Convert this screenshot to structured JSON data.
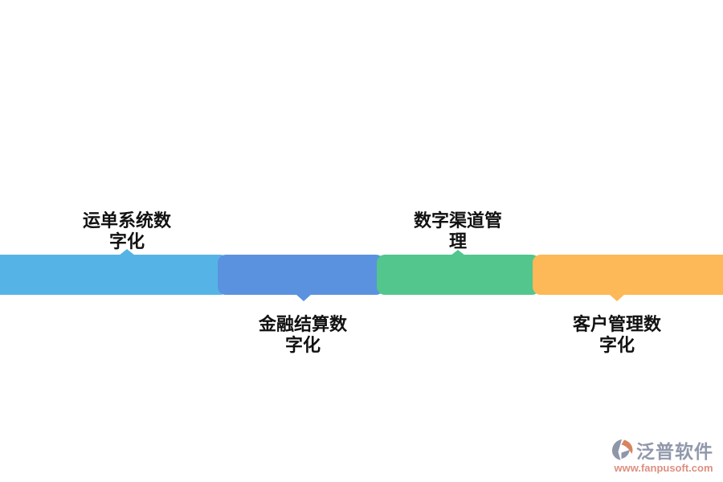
{
  "diagram": {
    "type": "process-bar",
    "segments": [
      {
        "id": "segment-1",
        "label": "运单系统数字化",
        "label_line1": "运单系统数",
        "label_line2": "字化",
        "color": "#55B4E5",
        "label_position": "above"
      },
      {
        "id": "segment-2",
        "label": "金融结算数字化",
        "label_line1": "金融结算数",
        "label_line2": "字化",
        "color": "#5B92E0",
        "label_position": "below"
      },
      {
        "id": "segment-3",
        "label": "数字渠道管理",
        "label_line1": "数字渠道管",
        "label_line2": "理",
        "color": "#52C68D",
        "label_position": "above"
      },
      {
        "id": "segment-4",
        "label": "客户管理数字化",
        "label_line1": "客户管理数",
        "label_line2": "字化",
        "color": "#FDB857",
        "label_position": "below"
      }
    ],
    "text_color": "#111111",
    "background_color": "#FFFFFF"
  },
  "watermark": {
    "brand": "泛普软件",
    "url": "www.fanpusoft.com",
    "brand_color": "#9198AB",
    "url_color": "#DE8F80",
    "logo_primary_color": "#8E96A8",
    "logo_accent_color": "#D8845E"
  }
}
